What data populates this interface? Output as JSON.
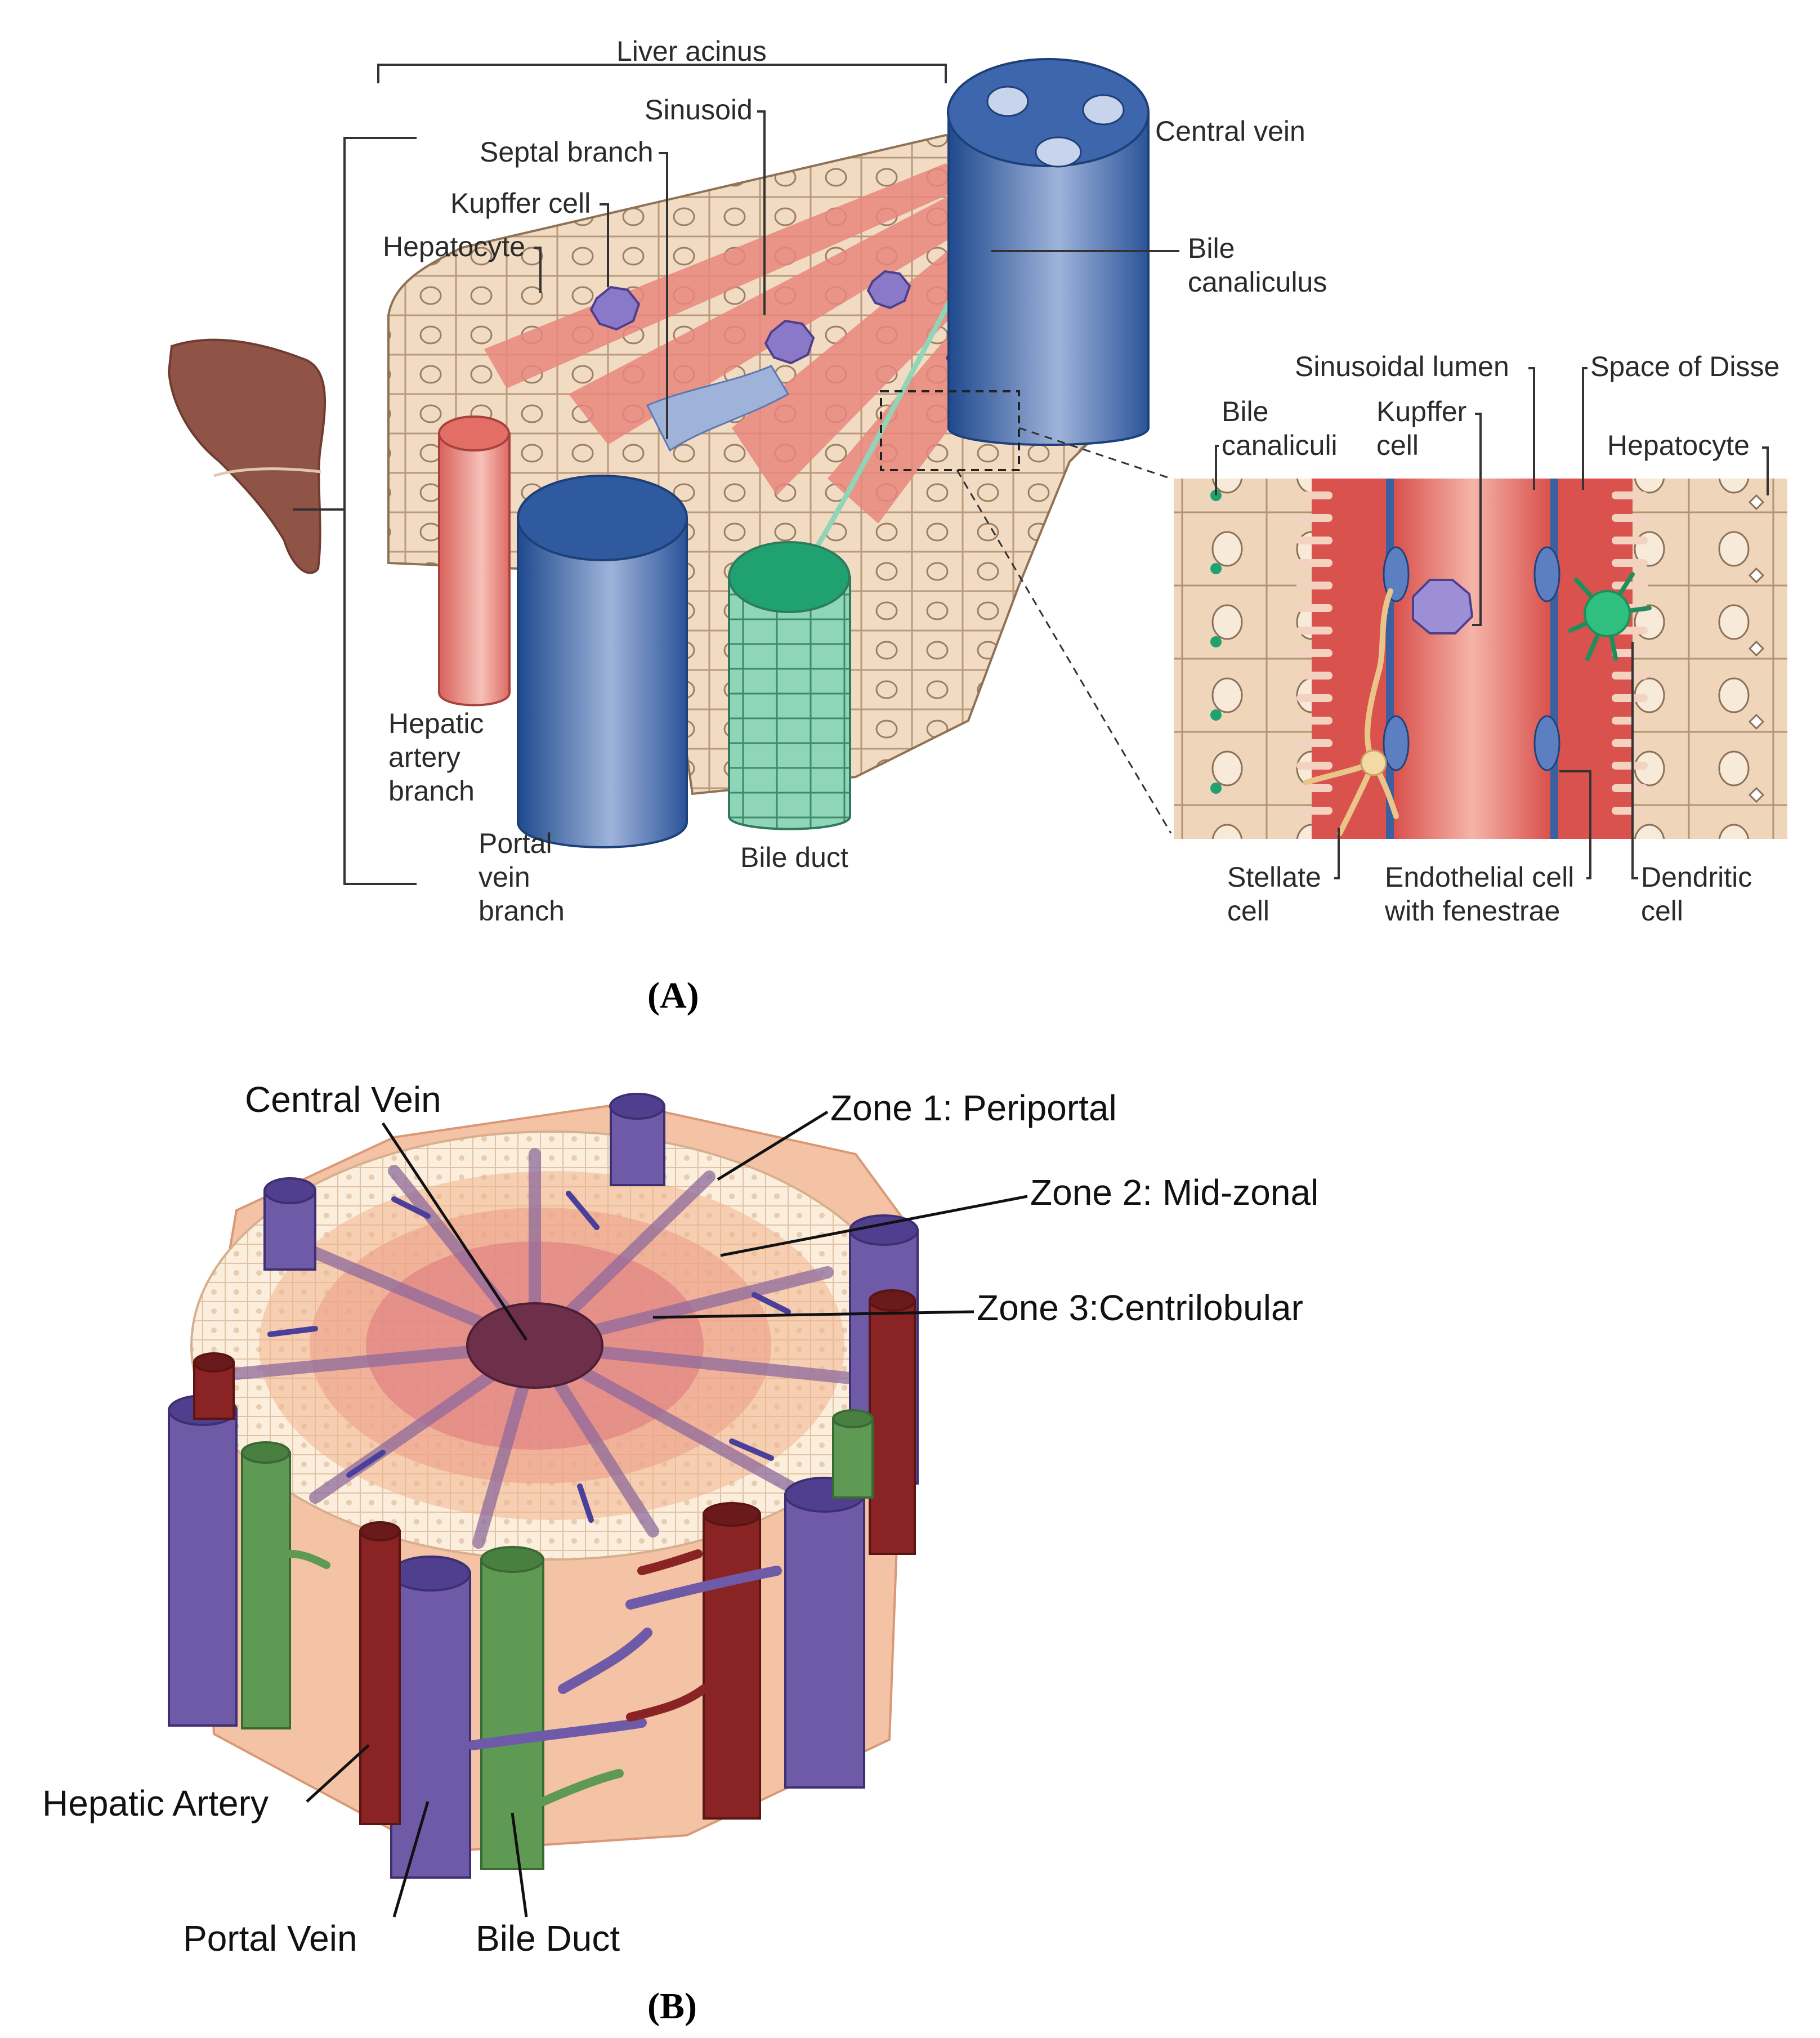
{
  "panel_a": {
    "tag": "(A)",
    "labels": {
      "liver_acinus": "Liver acinus",
      "sinusoid": "Sinusoid",
      "septal_branch": "Septal branch",
      "kupffer_cell": "Kupffer cell",
      "hepatocyte": "Hepatocyte",
      "central_vein": "Central vein",
      "bile_canaliculus_1": "Bile",
      "bile_canaliculus_2": "canaliculus",
      "hepatic_artery_1": "Hepatic",
      "hepatic_artery_2": "artery",
      "hepatic_artery_3": "branch",
      "portal_vein_1": "Portal",
      "portal_vein_2": "vein",
      "portal_vein_3": "branch",
      "bile_duct": "Bile duct"
    },
    "inset": {
      "sinusoidal_lumen": "Sinusoidal lumen",
      "space_of_disse": "Space of Disse",
      "bile_canaliculi_1": "Bile",
      "bile_canaliculi_2": "canaliculi",
      "kupffer_1": "Kupffer",
      "kupffer_2": "cell",
      "hepatocyte": "Hepatocyte",
      "stellate_1": "Stellate",
      "stellate_2": "cell",
      "endothelial_1": "Endothelial cell",
      "endothelial_2": "with fenestrae",
      "dendritic_1": "Dendritic",
      "dendritic_2": "cell"
    }
  },
  "panel_b": {
    "tag": "(B)",
    "labels": {
      "central_vein": "Central Vein",
      "zone1": "Zone 1: Periportal",
      "zone2": "Zone 2: Mid-zonal",
      "zone3": "Zone 3:Centrilobular",
      "hepatic_artery": "Hepatic Artery",
      "portal_vein": "Portal Vein",
      "bile_duct": "Bile Duct"
    }
  },
  "colors": {
    "hepatocyte": "#f1dcc3",
    "sinusoid": "#e8837a",
    "artery": "#e87b74",
    "portal_vein": "#2f5aa0",
    "bile_duct": "#7fcfae",
    "kupffer": "#8a78c8",
    "b_portal_vein": "#6f5aa8",
    "b_artery": "#8a2424",
    "b_bile_duct": "#5f9a55",
    "b_tissue": "#f4c2a4"
  }
}
